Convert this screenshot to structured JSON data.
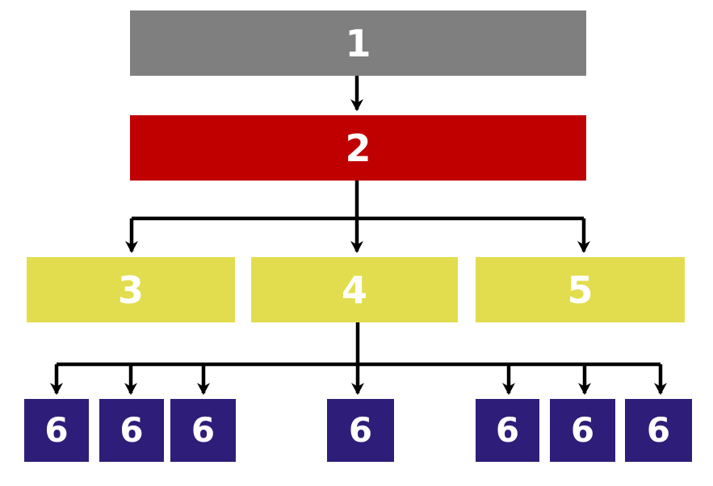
{
  "diagram": {
    "type": "hierarchy-flowchart",
    "background_color": "#FFFFFF",
    "line_color": "#000000",
    "text_color": "#FFFFFF",
    "levels": [
      {
        "name": "level-1",
        "color": "#7F7F7F",
        "nodes": [
          {
            "label": "1"
          }
        ]
      },
      {
        "name": "level-2",
        "color": "#C00000",
        "nodes": [
          {
            "label": "2"
          }
        ]
      },
      {
        "name": "level-3",
        "color": "#E2DD4E",
        "nodes": [
          {
            "label": "3"
          },
          {
            "label": "4"
          },
          {
            "label": "5"
          }
        ]
      },
      {
        "name": "level-4",
        "color": "#2F1D7A",
        "nodes": [
          {
            "label": "6"
          },
          {
            "label": "6"
          },
          {
            "label": "6"
          },
          {
            "label": "6"
          },
          {
            "label": "6"
          },
          {
            "label": "6"
          },
          {
            "label": "6"
          }
        ]
      }
    ],
    "connections": [
      {
        "parent": "1",
        "children": [
          "2"
        ]
      },
      {
        "parent": "2",
        "children": [
          "3",
          "4",
          "5"
        ]
      },
      {
        "parent": "4",
        "children": [
          "6",
          "6",
          "6",
          "6",
          "6",
          "6",
          "6"
        ]
      }
    ]
  }
}
